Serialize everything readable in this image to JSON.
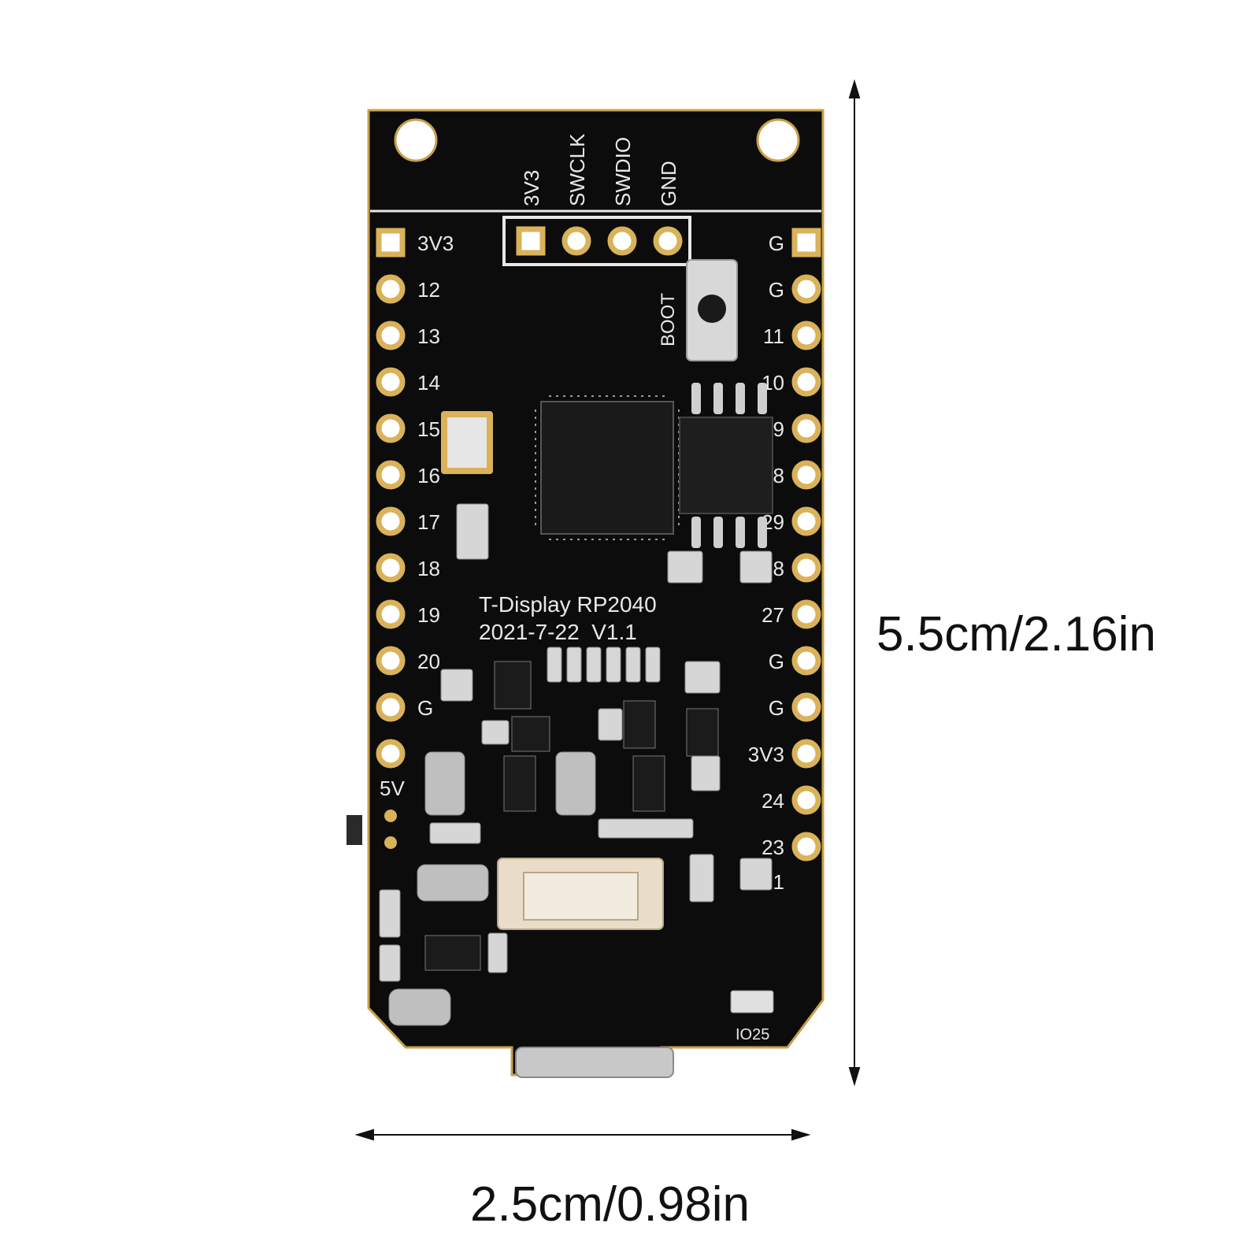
{
  "dimensions": {
    "height_label": "5.5cm/2.16in",
    "width_label": "2.5cm/0.98in"
  },
  "board": {
    "name_line1": "T-Display RP2040",
    "name_line2": "2021-7-22  V1.1",
    "debug_header_labels": [
      "3V3",
      "SWCLK",
      "SWDIO",
      "GND"
    ],
    "boot_label": "BOOT",
    "led_label": "IO25",
    "power_label": "5V",
    "left_pins": [
      "3V3",
      "12",
      "13",
      "14",
      "15",
      "16",
      "17",
      "18",
      "19",
      "20",
      "G"
    ],
    "right_pins": [
      "G",
      "G",
      "11",
      "10",
      "9",
      "8",
      "29",
      "28",
      "27",
      "G",
      "G",
      "3V3",
      "24",
      "23",
      "21"
    ]
  },
  "colors": {
    "pcb": "#0c0c0c",
    "pad_gold": "#d9b25a",
    "silkscreen": "#e8e8e8",
    "connector": "#e9dcc8"
  }
}
